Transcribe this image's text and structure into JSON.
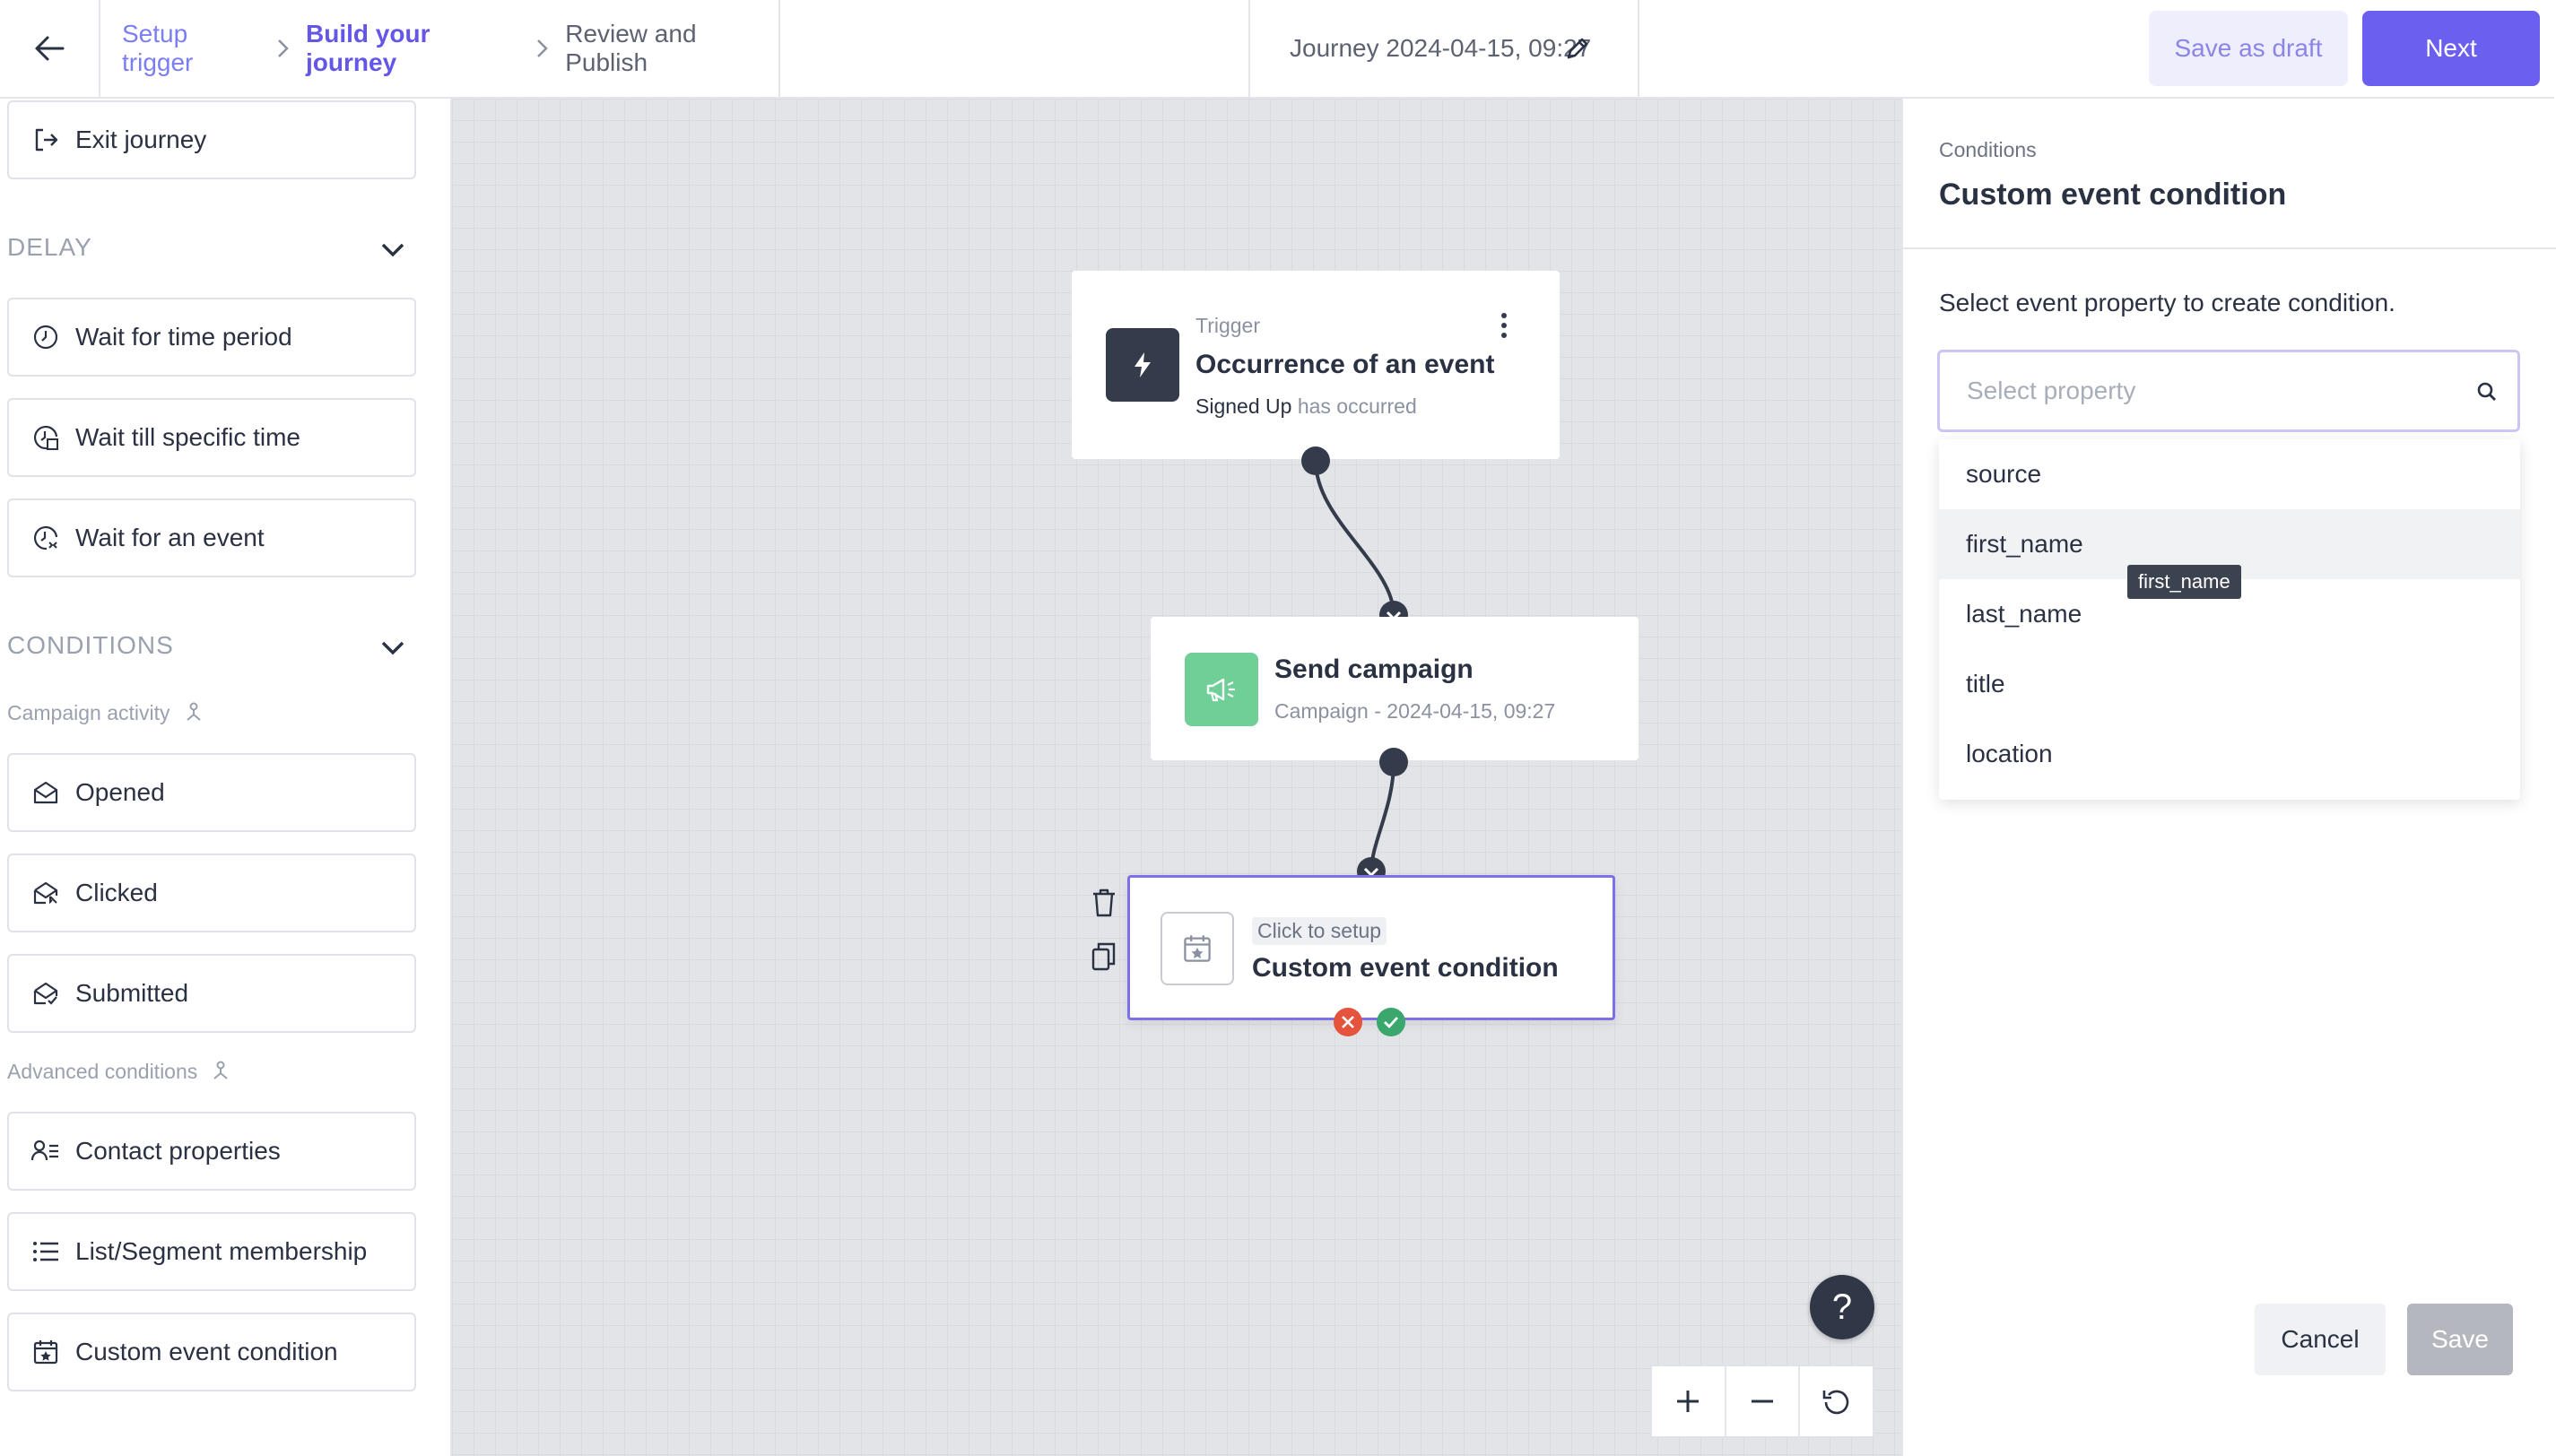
{
  "header": {
    "breadcrumbs": [
      {
        "label": "Setup trigger"
      },
      {
        "label": "Build your journey"
      },
      {
        "label": "Review and Publish"
      }
    ],
    "journey_name": "Journey 2024-04-15, 09:27",
    "save_draft_label": "Save as draft",
    "next_label": "Next"
  },
  "sidebar": {
    "exit_label": "Exit journey",
    "delay_heading": "DELAY",
    "delay_items": [
      {
        "label": "Wait for time period",
        "icon": "clock-icon"
      },
      {
        "label": "Wait till specific time",
        "icon": "clock-calendar-icon"
      },
      {
        "label": "Wait for an event",
        "icon": "clock-event-icon"
      }
    ],
    "conditions_heading": "CONDITIONS",
    "campaign_activity_label": "Campaign activity",
    "campaign_items": [
      {
        "label": "Opened",
        "icon": "envelope-open-icon"
      },
      {
        "label": "Clicked",
        "icon": "envelope-click-icon"
      },
      {
        "label": "Submitted",
        "icon": "envelope-check-icon"
      }
    ],
    "advanced_label": "Advanced conditions",
    "advanced_items": [
      {
        "label": "Contact properties",
        "icon": "contact-list-icon"
      },
      {
        "label": "List/Segment membership",
        "icon": "list-icon"
      },
      {
        "label": "Custom event condition",
        "icon": "calendar-star-icon"
      }
    ]
  },
  "canvas": {
    "trigger": {
      "type_label": "Trigger",
      "title": "Occurrence of an event",
      "event_name": "Signed Up",
      "event_suffix": "has occurred"
    },
    "campaign": {
      "title": "Send campaign",
      "subtitle": "Campaign - 2024-04-15, 09:27"
    },
    "custom": {
      "setup_tag": "Click to setup",
      "title": "Custom event condition"
    },
    "help_label": "?"
  },
  "panel": {
    "caption": "Conditions",
    "title": "Custom event condition",
    "instruction": "Select event property to create condition.",
    "search_placeholder": "Select property",
    "options": [
      "source",
      "first_name",
      "last_name",
      "title",
      "location"
    ],
    "hovered_option": "first_name",
    "tooltip": "first_name",
    "cancel_label": "Cancel",
    "save_label": "Save"
  },
  "colors": {
    "accent": "#6b5ff0",
    "campaign_icon_bg": "#6fcf97",
    "trigger_icon_bg": "#343b4a",
    "no_branch": "#e5533d",
    "yes_branch": "#3aa76d"
  }
}
